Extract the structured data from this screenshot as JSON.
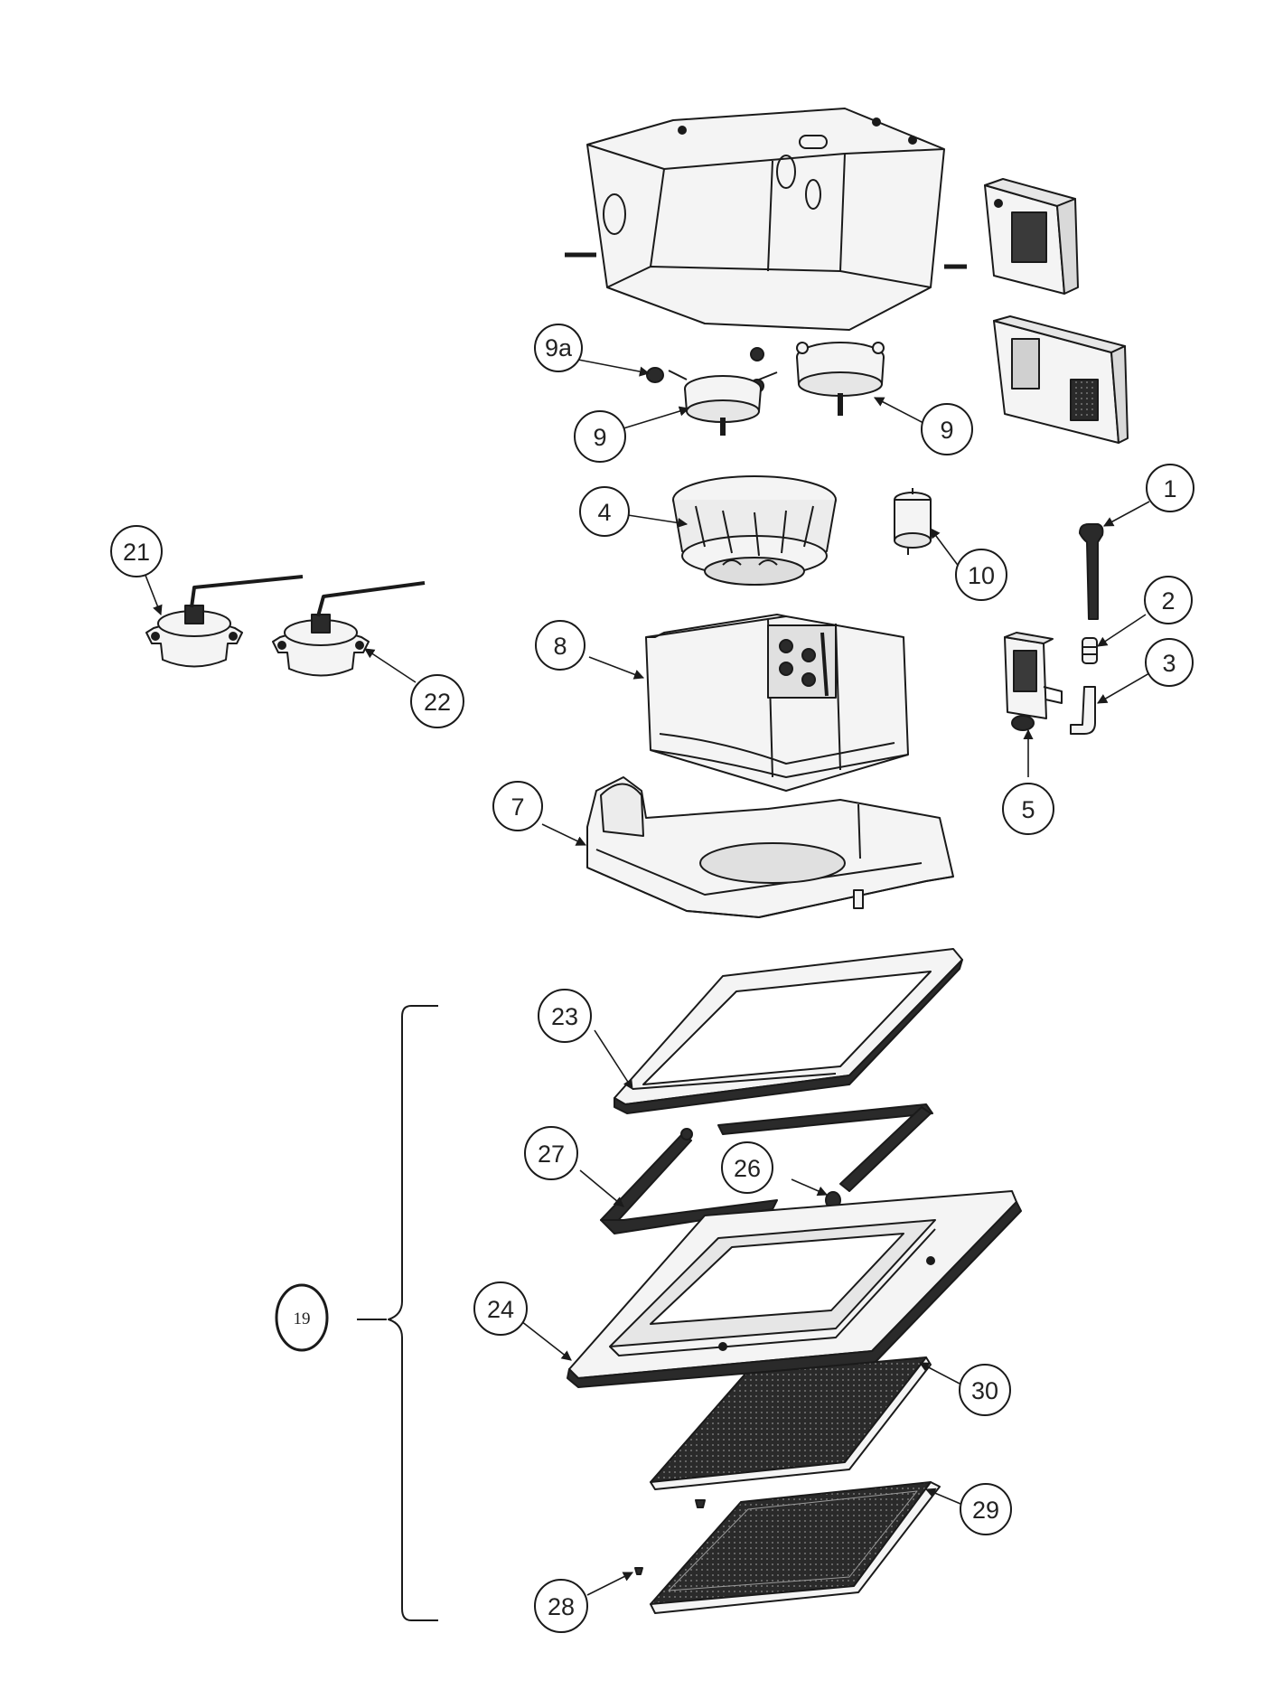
{
  "callouts": [
    {
      "id": "c9a",
      "label": "9a"
    },
    {
      "id": "c9l",
      "label": "9"
    },
    {
      "id": "c9r",
      "label": "9"
    },
    {
      "id": "c1",
      "label": "1"
    },
    {
      "id": "c4",
      "label": "4"
    },
    {
      "id": "c10",
      "label": "10"
    },
    {
      "id": "c21",
      "label": "21"
    },
    {
      "id": "c2",
      "label": "2"
    },
    {
      "id": "c3",
      "label": "3"
    },
    {
      "id": "c8",
      "label": "8"
    },
    {
      "id": "c22",
      "label": "22"
    },
    {
      "id": "c5",
      "label": "5"
    },
    {
      "id": "c7",
      "label": "7"
    },
    {
      "id": "c23",
      "label": "23"
    },
    {
      "id": "c27",
      "label": "27"
    },
    {
      "id": "c26",
      "label": "26"
    },
    {
      "id": "c19",
      "label": "19"
    },
    {
      "id": "c24",
      "label": "24"
    },
    {
      "id": "c30",
      "label": "30"
    },
    {
      "id": "c29",
      "label": "29"
    },
    {
      "id": "c28",
      "label": "28"
    }
  ],
  "colors": {
    "line": "#1a1a1a",
    "fill_light": "#f4f4f4",
    "fill_mid": "#d9d9d9",
    "fill_dark": "#2a2a2a"
  }
}
